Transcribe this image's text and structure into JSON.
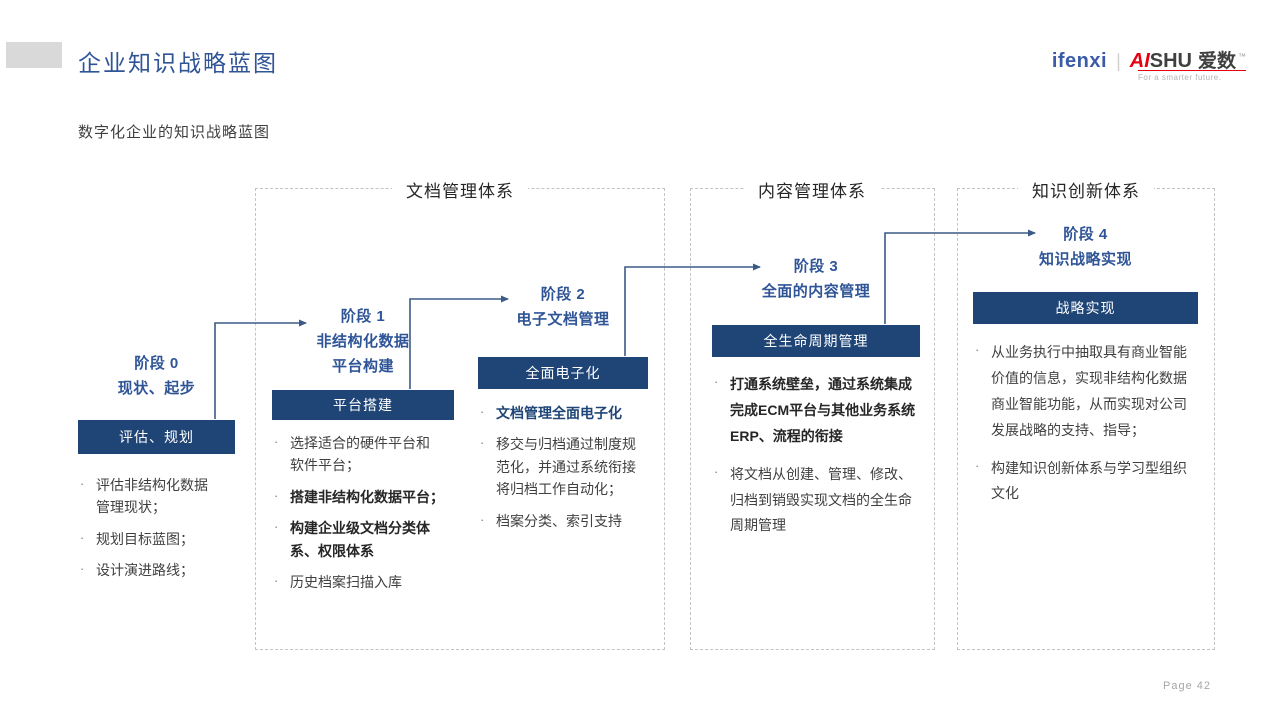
{
  "colors": {
    "accent_blue": "#2F5597",
    "box_navy": "#1F4577",
    "logo_red": "#E60012"
  },
  "header": {
    "title": "企业知识战略蓝图",
    "subtitle": "数字化企业的知识战略蓝图",
    "logo": {
      "ifenxi": "ifenxi",
      "divider": "|",
      "ai": "AI",
      "shu": "SHU",
      "cn": "爱数",
      "tm": "™",
      "tagline": "For a smarter future."
    }
  },
  "sections": [
    {
      "title": "文档管理体系"
    },
    {
      "title": "内容管理体系"
    },
    {
      "title": "知识创新体系"
    }
  ],
  "stages": [
    {
      "label_lines": [
        "阶段 0",
        "现状、起步"
      ],
      "box": "评估、规划",
      "bullets": [
        {
          "text": "评估非结构化数据\n管理现状；"
        },
        {
          "text": "规划目标蓝图；"
        },
        {
          "text": "设计演进路线；"
        }
      ]
    },
    {
      "label_lines": [
        "阶段 1",
        "非结构化数据",
        "平台构建"
      ],
      "box": "平台搭建",
      "bullets": [
        {
          "text": "选择适合的硬件平台和\n软件平台；"
        },
        {
          "text": "搭建非结构化数据平台；"
        },
        {
          "text": "构建企业级文档分类体\n系、权限体系"
        },
        {
          "text": "历史档案扫描入库"
        }
      ]
    },
    {
      "label_lines": [
        "阶段 2",
        "电子文档管理"
      ],
      "box": "全面电子化",
      "bullets": [
        {
          "text": "文档管理全面电子化"
        },
        {
          "text": "移交与归档通过制度规范化，并通过系统衔接将归档工作自动化；"
        },
        {
          "text": "档案分类、索引支持"
        }
      ]
    },
    {
      "label_lines": [
        "阶段 3",
        "全面的内容管理"
      ],
      "box": "全生命周期管理",
      "bullets": [
        {
          "text": "打通系统壁垒，通过系统集成完成ECM平台与其他业务系统ERP、流程的衔接"
        },
        {
          "text": "将文档从创建、管理、修改、归档到销毁实现文档的全生命周期管理"
        }
      ]
    },
    {
      "label_lines": [
        "阶段 4",
        "知识战略实现"
      ],
      "box": "战略实现",
      "bullets": [
        {
          "text": "从业务执行中抽取具有商业智能价值的信息，实现非结构化数据商业智能功能，从而实现对公司发展战略的支持、指导；"
        },
        {
          "text": "构建知识创新体系与学习型组织文化"
        }
      ]
    }
  ],
  "footer": {
    "page": "Page 42"
  }
}
